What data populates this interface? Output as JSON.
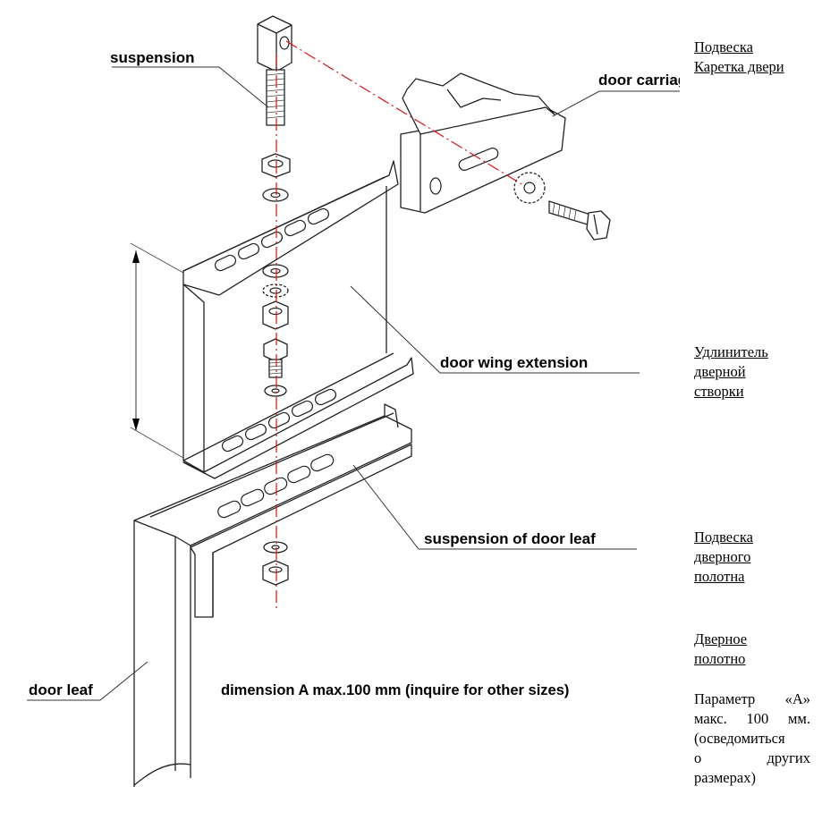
{
  "labels": {
    "suspension": "suspension",
    "door_carriage": "door carriage",
    "door_wing_extension": "door wing extension",
    "suspension_of_door_leaf": "suspension of door leaf",
    "door_leaf": "door leaf",
    "dimension_note": "dimension A max.100 mm (inquire for other sizes)"
  },
  "russian": {
    "podveska": "Подвеска",
    "karetka": "Каретка двери",
    "udlinitel_1": "Удлинитель",
    "udlinitel_2": "дверной",
    "udlinitel_3": "створки",
    "podveska_polotna_1": "Подвеска",
    "podveska_polotna_2": "дверного",
    "podveska_polotna_3": "полотна",
    "dvernoe_1": "Дверное",
    "dvernoe_2": "полотно",
    "param_1": "Параметр «А»",
    "param_2": "макс. 100 мм.",
    "param_3": "(осведомиться",
    "param_4": "о других",
    "param_5": "размерах)"
  },
  "colors": {
    "axis_line": "#dd1111",
    "drawing_line": "#222222"
  }
}
